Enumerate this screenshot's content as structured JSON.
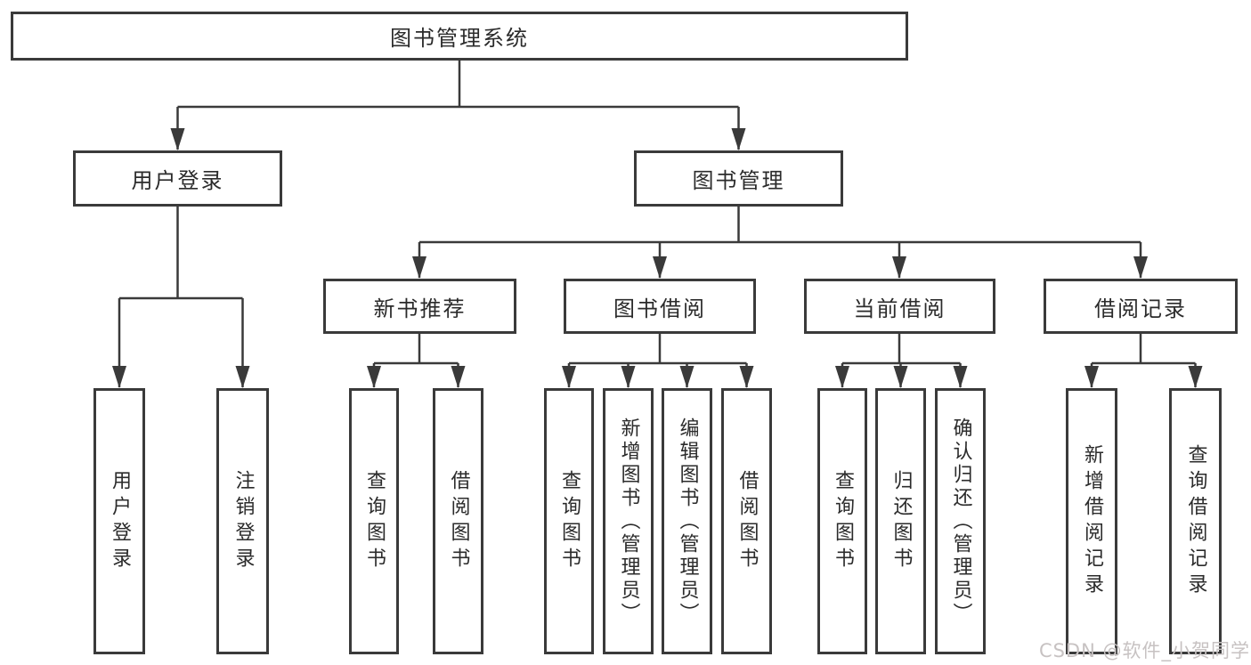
{
  "colors": {
    "line": "#3a3a3a",
    "box_border": "#3a3a3a",
    "text": "#2b2b2b",
    "background": "#ffffff",
    "watermark": "#c7c2c2"
  },
  "watermark": {
    "text": "CSDN @软件_小贺同学"
  },
  "tree": {
    "label": "图书管理系统",
    "children": [
      {
        "label": "用户登录",
        "children": [
          {
            "label": "用户登录"
          },
          {
            "label": "注销登录"
          }
        ]
      },
      {
        "label": "图书管理",
        "children": [
          {
            "label": "新书推荐",
            "children": [
              {
                "label": "查询图书"
              },
              {
                "label": "借阅图书"
              }
            ]
          },
          {
            "label": "图书借阅",
            "children": [
              {
                "label": "查询图书"
              },
              {
                "label": "新增图书（管理员）"
              },
              {
                "label": "编辑图书（管理员）"
              },
              {
                "label": "借阅图书"
              }
            ]
          },
          {
            "label": "当前借阅",
            "children": [
              {
                "label": "查询图书"
              },
              {
                "label": "归还图书"
              },
              {
                "label": "确认归还（管理员）"
              }
            ]
          },
          {
            "label": "借阅记录",
            "children": [
              {
                "label": "新增借阅记录"
              },
              {
                "label": "查询借阅记录"
              }
            ]
          }
        ]
      }
    ]
  }
}
